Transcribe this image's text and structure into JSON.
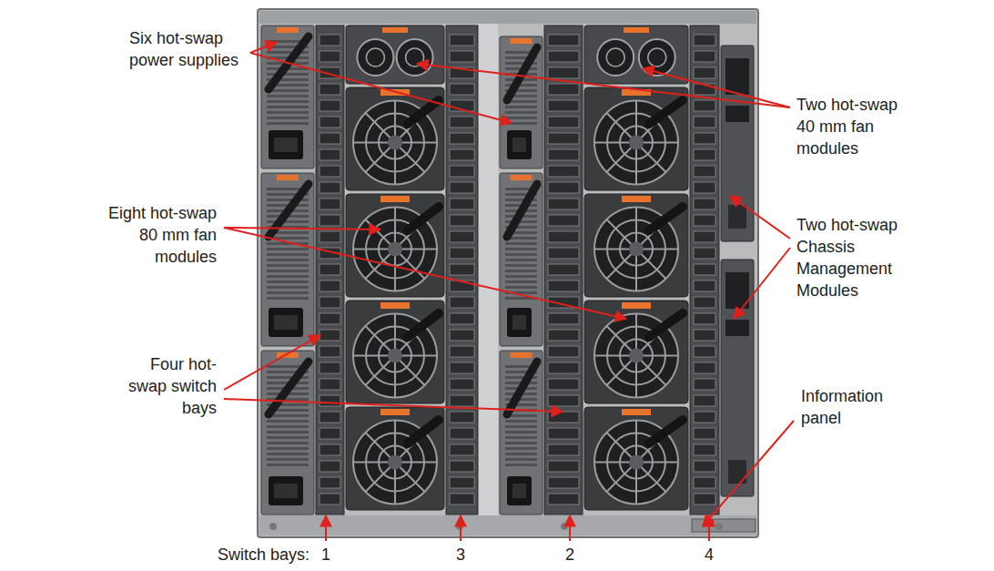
{
  "diagram": {
    "labels": [
      "Six hot-swap power supplies",
      "Eight hot-swap 80 mm fan modules",
      "Four hot-swap switch bays",
      "Two hot-swap 40 mm fan modules",
      "Two hot-swap Chassis Management Modules",
      "Information panel",
      "Switch bays:",
      "1",
      "3",
      "2",
      "4"
    ]
  }
}
